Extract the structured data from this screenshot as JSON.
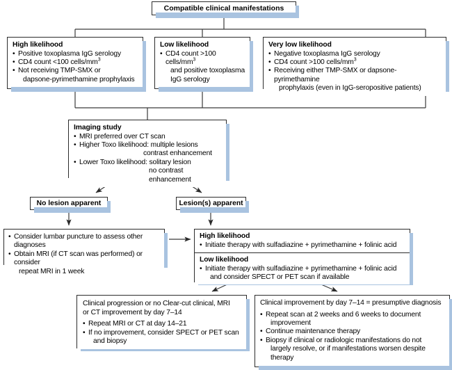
{
  "diagram": {
    "title": "Compatible clinical manifestations",
    "header": {
      "label": "Compatible clinical manifestations"
    },
    "likelihood_row": [
      {
        "id": "high-likelihood",
        "title": "High likelihood",
        "bullets": [
          "Positive toxoplasma IgG serology",
          "CD4 count <100 cells/mm3",
          "Not receiving TMP-SMX or dapsone-pyrimethamine prophylaxis"
        ],
        "bullet_lines": [
          [
            "Positive toxoplasma IgG serology"
          ],
          [
            "CD4 count <100 cells/mm",
            "3"
          ],
          [
            "Not receiving TMP-SMX or",
            "dapsone-pyrimethamine prophylaxis"
          ]
        ]
      },
      {
        "id": "low-likelihood",
        "title": "Low likelihood",
        "bullets": [
          "CD4 count >100 cells/mm3 and positive toxoplasma IgG serology"
        ],
        "bullet_lines": [
          [
            "CD4 count >100 cells/mm",
            "3",
            "and positive toxoplasma",
            "IgG serology"
          ]
        ]
      },
      {
        "id": "very-low-likelihood",
        "title": "Very low likelihood",
        "bullets": [
          "Negative toxoplasma IgG serology",
          "CD4 count >100 cells/mm3",
          "Receiving either TMP-SMX or dapsone-pyrimethamine prophylaxis (even in IgG-seropositive patients)"
        ],
        "bullet_lines": [
          [
            "Negative toxoplasma IgG serology"
          ],
          [
            "CD4 count >100 cells/mm",
            "3"
          ],
          [
            "Receiving either TMP-SMX or dapsone-pyrimethamine",
            "prophylaxis (even in IgG-seropositive patients)"
          ]
        ]
      }
    ],
    "imaging": {
      "title": "Imaging study",
      "bullets": [
        "MRI preferred over CT scan",
        "Higher Toxo likelihood: multiple lesions contrast enhancement",
        "Lower Toxo likelihood: solitary lesion no contrast enhancement"
      ],
      "line_1": "MRI preferred over CT scan",
      "line_2a": "Higher Toxo likelihood: multiple lesions",
      "line_2b": "contrast enhancement",
      "line_3a": "Lower Toxo likelihood: solitary lesion",
      "line_3b": "no contrast enhancement"
    },
    "decisions": {
      "no_lesion": "No lesion apparent",
      "lesion": "Lesion(s) apparent"
    },
    "no_lesion_actions": {
      "bullet_1": "Consider lumbar puncture to assess other diagnoses",
      "bullet_2a": "Obtain MRI (if CT scan was performed) or consider",
      "bullet_2b": "repeat MRI in 1 week"
    },
    "therapy": {
      "high": {
        "title": "High likelihood",
        "bullet_1": "Initiate therapy with sulfadiazine + pyrimethamine + folinic acid"
      },
      "low": {
        "title": "Low likelihood",
        "bullet_1a": "Initiate therapy with sulfadiazine + pyrimethamine + folinic acid",
        "bullet_1b": "and consider SPECT or PET scan if available"
      }
    },
    "progression": {
      "lead_a": "Clinical progression or no Clear-cut clinical, MRI",
      "lead_b": "or CT improvement by day 7–14",
      "bullet_1": "Repeat MRI or CT at day 14–21",
      "bullet_2a": "If no improvement, consider SPECT or PET scan",
      "bullet_2b": "and biopsy"
    },
    "improvement": {
      "lead": "Clinical improvement by day 7–14 = presumptive diagnosis",
      "bullet_1a": "Repeat scan at 2 weeks and 6 weeks to document",
      "bullet_1b": "improvement",
      "bullet_2": "Continue maintenance therapy",
      "bullet_3a": "Biopsy if clinical or radiologic manifestations do not",
      "bullet_3b": "largely resolve, or if manifestations worsen despite",
      "bullet_3c": "therapy"
    },
    "colors": {
      "box_border": "#2b2b2b",
      "box_fill": "#ffffff",
      "shadow": "#a9c3e0",
      "connector": "#3a3a3a",
      "text": "#000000"
    }
  }
}
